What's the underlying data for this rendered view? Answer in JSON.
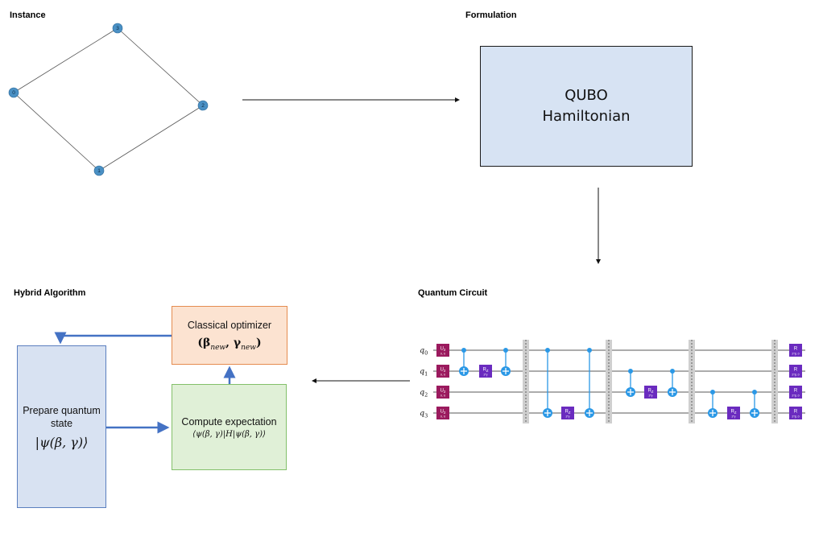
{
  "sections": {
    "instance": "Instance",
    "formulation": "Formulation",
    "hybrid": "Hybrid Algorithm",
    "circuit": "Quantum Circuit"
  },
  "graph": {
    "nodes": [
      "0",
      "1",
      "2",
      "3"
    ],
    "edges": [
      [
        "3",
        "0"
      ],
      [
        "3",
        "2"
      ],
      [
        "0",
        "1"
      ],
      [
        "2",
        "1"
      ]
    ],
    "node_color": "#4a90c4"
  },
  "qubo": {
    "line1": "QUBO",
    "line2": "Hamiltonian"
  },
  "hybrid": {
    "prepare_label": "Prepare quantum state",
    "prepare_math": "|ψ(β, γ)⟩",
    "optimizer_label": "Classical optimizer",
    "optimizer_math": "(βnew, γnew)",
    "expectation_label": "Compute expectation",
    "expectation_math": "⟨ψ(β, γ)|H|ψ(β, γ)⟩"
  },
  "circuit": {
    "qubits": [
      "q0",
      "q1",
      "q2",
      "q3"
    ],
    "u2_label": "U2",
    "u2_params": "0, π",
    "rz_label": "RZ",
    "rz_param": "2*γ",
    "r_label": "R",
    "r_params": "2*β, 0",
    "cnot_pairs": [
      [
        0,
        1
      ],
      [
        0,
        3
      ],
      [
        1,
        2
      ],
      [
        2,
        3
      ]
    ]
  },
  "colors": {
    "arrow_blue": "#4472c4",
    "u2": "#9b1a5e",
    "rz": "#6a2bbf",
    "control": "#2a98e6"
  }
}
